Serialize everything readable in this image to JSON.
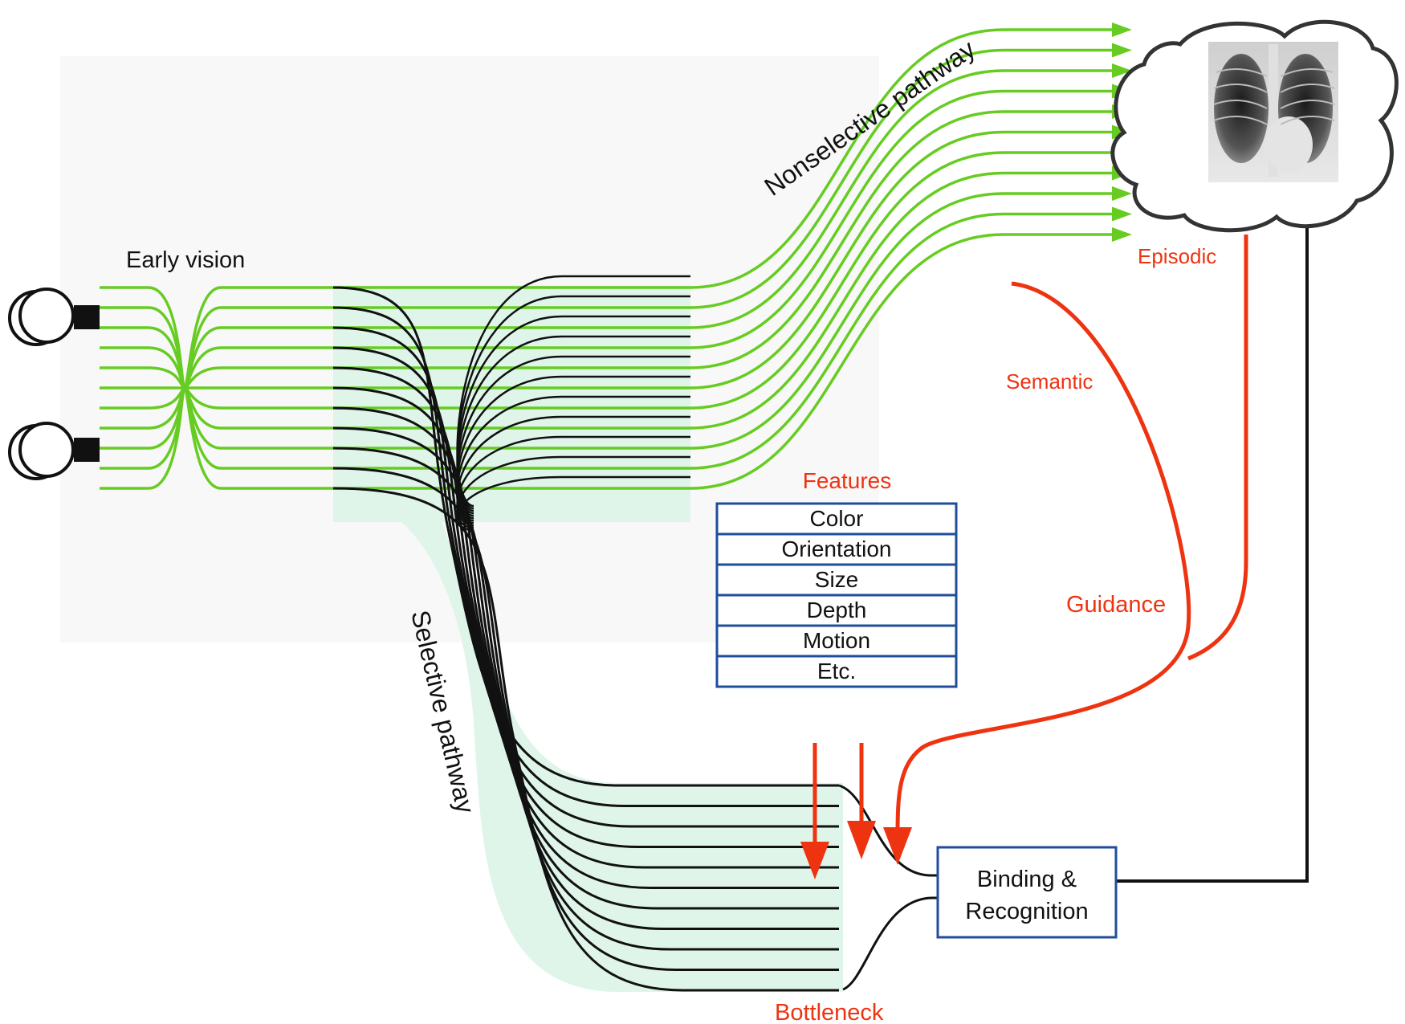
{
  "labels": {
    "early_vision": "Early vision",
    "nonselective_pathway": "Nonselective pathway",
    "selective_pathway": "Selective pathway",
    "episodic": "Episodic",
    "semantic": "Semantic",
    "guidance": "Guidance",
    "bottleneck": "Bottleneck",
    "features_title": "Features",
    "binding_line1": "Binding &",
    "binding_line2": "Recognition"
  },
  "features": [
    "Color",
    "Orientation",
    "Size",
    "Depth",
    "Motion",
    "Etc."
  ],
  "colors": {
    "green": "#66cc22",
    "red": "#ee3311",
    "black": "#111111",
    "blue_box": "#1f4e9b",
    "teal_fill": "#dff5ea",
    "panel_fill": "#f8f8f8"
  },
  "icons": {
    "eyes": "eye-icon",
    "memory_cloud": "thought-cloud-icon",
    "xray": "chest-xray-image"
  }
}
